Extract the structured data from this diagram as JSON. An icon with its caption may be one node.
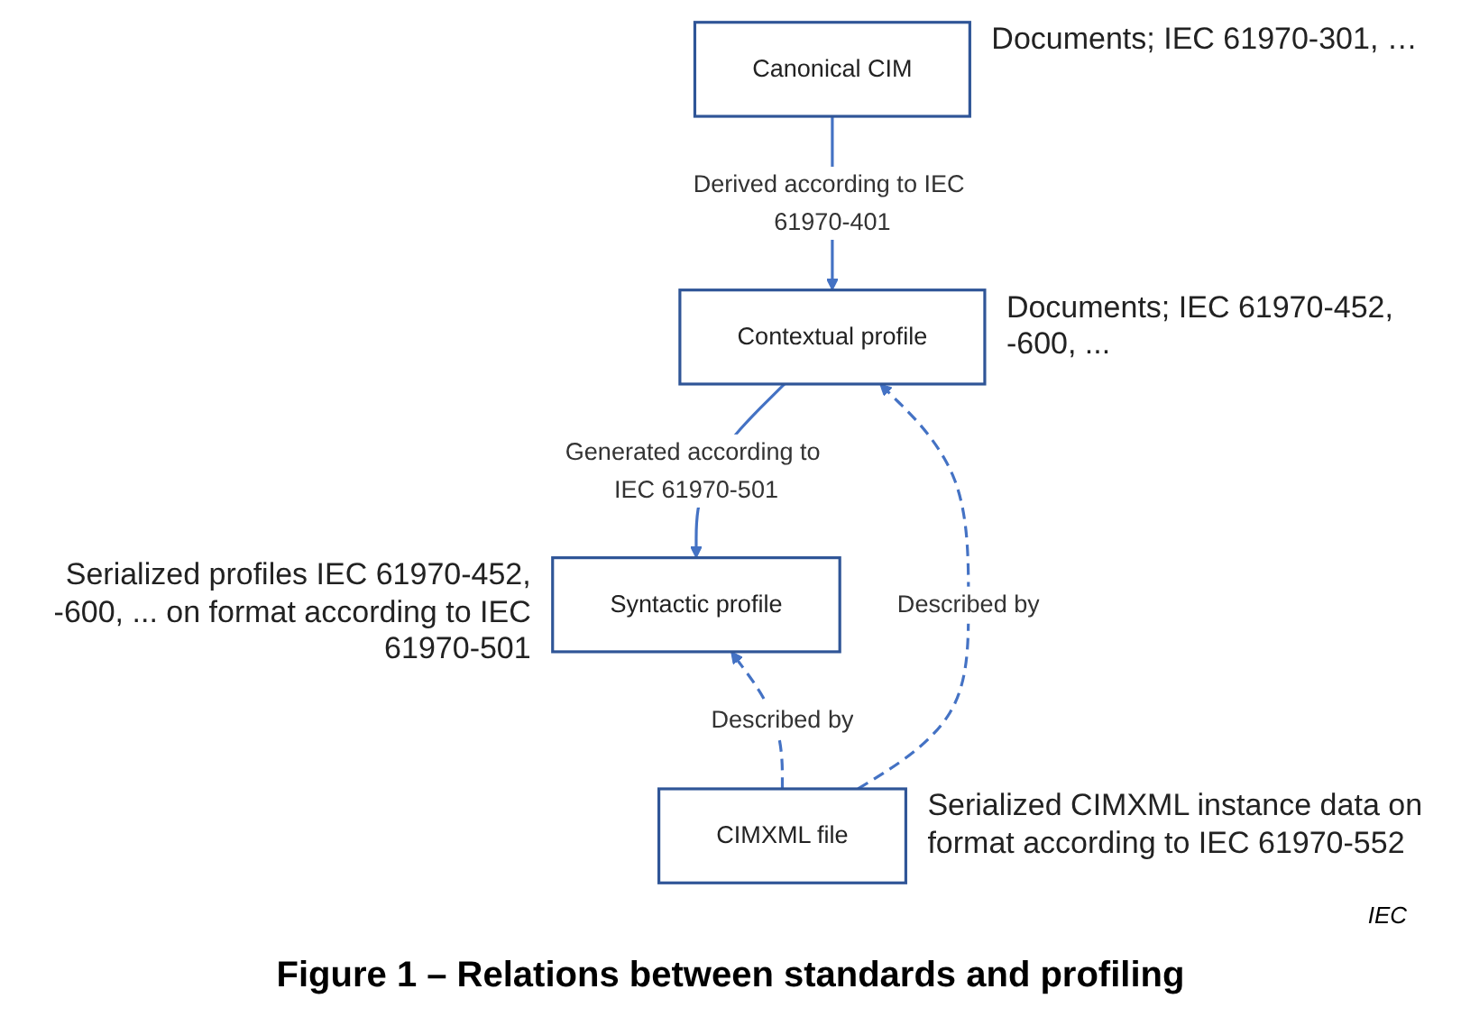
{
  "diagram": {
    "caption": "Figure 1 – Relations between standards and profiling",
    "nodes": [
      {
        "text": [
          "Canonical CIM"
        ],
        "beside": [
          "Documents; IEC 61970-301, …"
        ]
      },
      {
        "text": [
          "Contextual profile"
        ],
        "beside": [
          "Documents; IEC 61970-452, -600, ..."
        ]
      },
      {
        "text": [
          "Syntactic profile"
        ],
        "beside": [
          "Serialized profiles IEC 61970-452, -600, ... on format according to IEC 61970-501"
        ]
      },
      {
        "text": [
          "CIMXML file"
        ],
        "beside": [
          "Serialized CIMXML instance data on format according to IEC 61970-552"
        ]
      }
    ],
    "edges": [
      {
        "from": 0,
        "to": 1,
        "arrow": "to",
        "label": "Derived according to IEC 61970-401"
      },
      {
        "from": 1,
        "to": 2,
        "arrow": "to",
        "label": "Generated according to IEC 61970-501"
      },
      {
        "from": 3,
        "to": 2,
        "arrow": "to",
        "label": "Described by",
        "style": "dashed"
      },
      {
        "from": 3,
        "to": 1,
        "arrow": "to",
        "label": "Described by",
        "style": "dashed"
      }
    ],
    "labels": [
      "IEC"
    ]
  }
}
